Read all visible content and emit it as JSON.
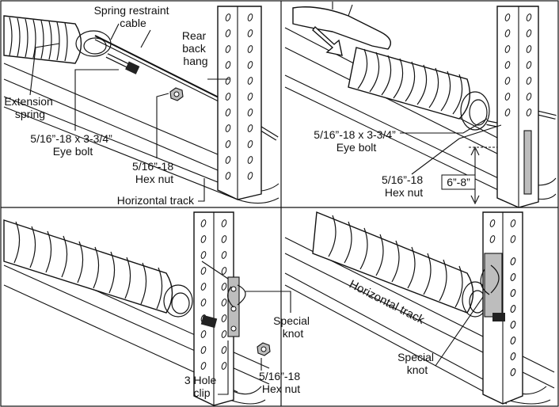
{
  "colors": {
    "line": "#111111",
    "fill_grey": "#bdbdbd",
    "background": "#ffffff"
  },
  "panel1": {
    "spring_restraint_cable": [
      "Spring restraint",
      "cable"
    ],
    "rear_back_hang": [
      "Rear",
      "back",
      "hang"
    ],
    "extension_spring": [
      "Extension",
      "spring"
    ],
    "eye_bolt": [
      "5/16”-18 x 3-3/4”",
      "Eye bolt"
    ],
    "hex_nut": [
      "5/16”-18",
      "Hex nut"
    ],
    "horizontal_track": "Horizontal track"
  },
  "panel2": {
    "eye_bolt": [
      "5/16”-18 x 3-3/4”",
      "Eye bolt"
    ],
    "hex_nut": [
      "5/16”-18",
      "Hex nut"
    ],
    "dimension": "6”-8”"
  },
  "panel3": {
    "special_knot": [
      "Special",
      "knot"
    ],
    "hole_clip": [
      "3 Hole",
      "clip"
    ],
    "hex_nut": [
      "5/16”-18",
      "Hex nut"
    ]
  },
  "panel4": {
    "horizontal_track": "Horizontal track",
    "special_knot": [
      "Special",
      "knot"
    ]
  }
}
